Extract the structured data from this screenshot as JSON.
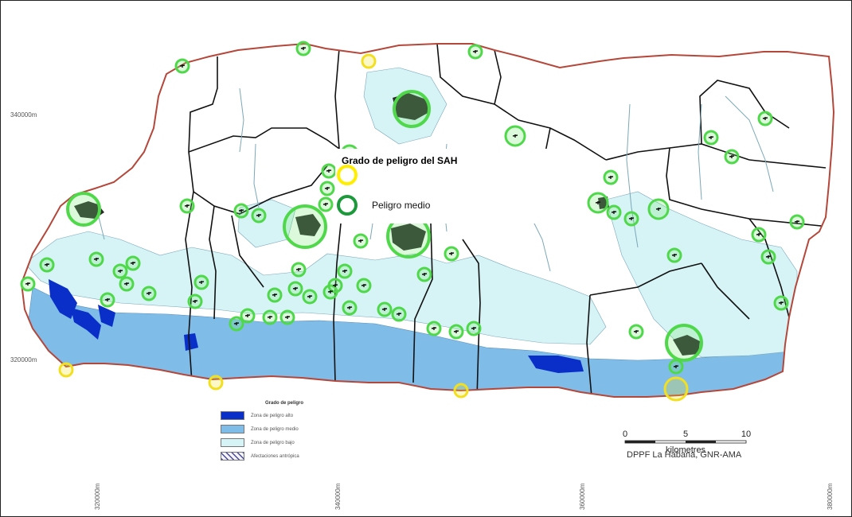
{
  "map": {
    "grid_labels_y": [
      "340000m",
      "320000m"
    ],
    "grid_labels_x": [
      "320000m",
      "340000m",
      "360000m",
      "380000m"
    ],
    "colors": {
      "high": "#0a2ec8",
      "medium": "#7fbce8",
      "low": "#d6f3f6",
      "boundary": "#b5473a",
      "border_lines": "#111111",
      "ring_green": "#4fd94a",
      "ring_yellow": "#f2e020"
    }
  },
  "sah_legend": {
    "title": "Grado de peligro del SAH",
    "items": [
      {
        "label": "",
        "color": "#ffee00"
      },
      {
        "label": "Peligro medio",
        "color": "#1a9a3a"
      }
    ]
  },
  "grado_legend": {
    "title": "Grado de peligro",
    "items": [
      {
        "label": "Zona de peligro alto",
        "color": "#0a2ec8"
      },
      {
        "label": "Zona de peligro medio",
        "color": "#7fbce8"
      },
      {
        "label": "Zona de peligro bajo",
        "color": "#d6f3f6"
      },
      {
        "label": "Afectaciones antrópica",
        "color": "hatch"
      }
    ]
  },
  "scale": {
    "ticks": [
      "0",
      "5",
      "10"
    ],
    "unit": "kilometres"
  },
  "credit": "DPPF La Habana, GNR-AMA"
}
